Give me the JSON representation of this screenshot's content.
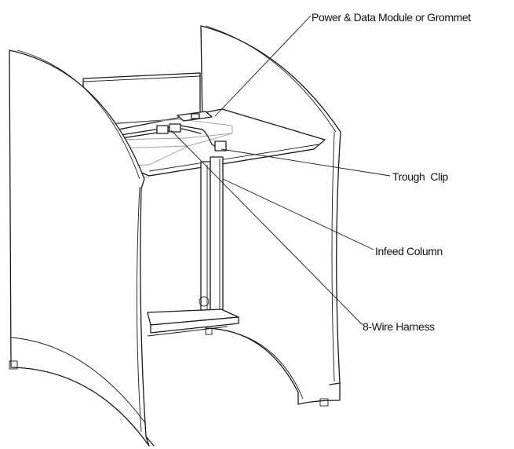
{
  "callouts": {
    "power_data_module": "Power & Data Module or Grommet",
    "trough_clip": "Trough  Clip",
    "infeed_column": "Infeed Column",
    "wire_harness": "8-Wire Harness"
  },
  "colors": {
    "line": "#1a1a1a",
    "hidden_line": "#9a9a9a",
    "background": "#ffffff"
  }
}
